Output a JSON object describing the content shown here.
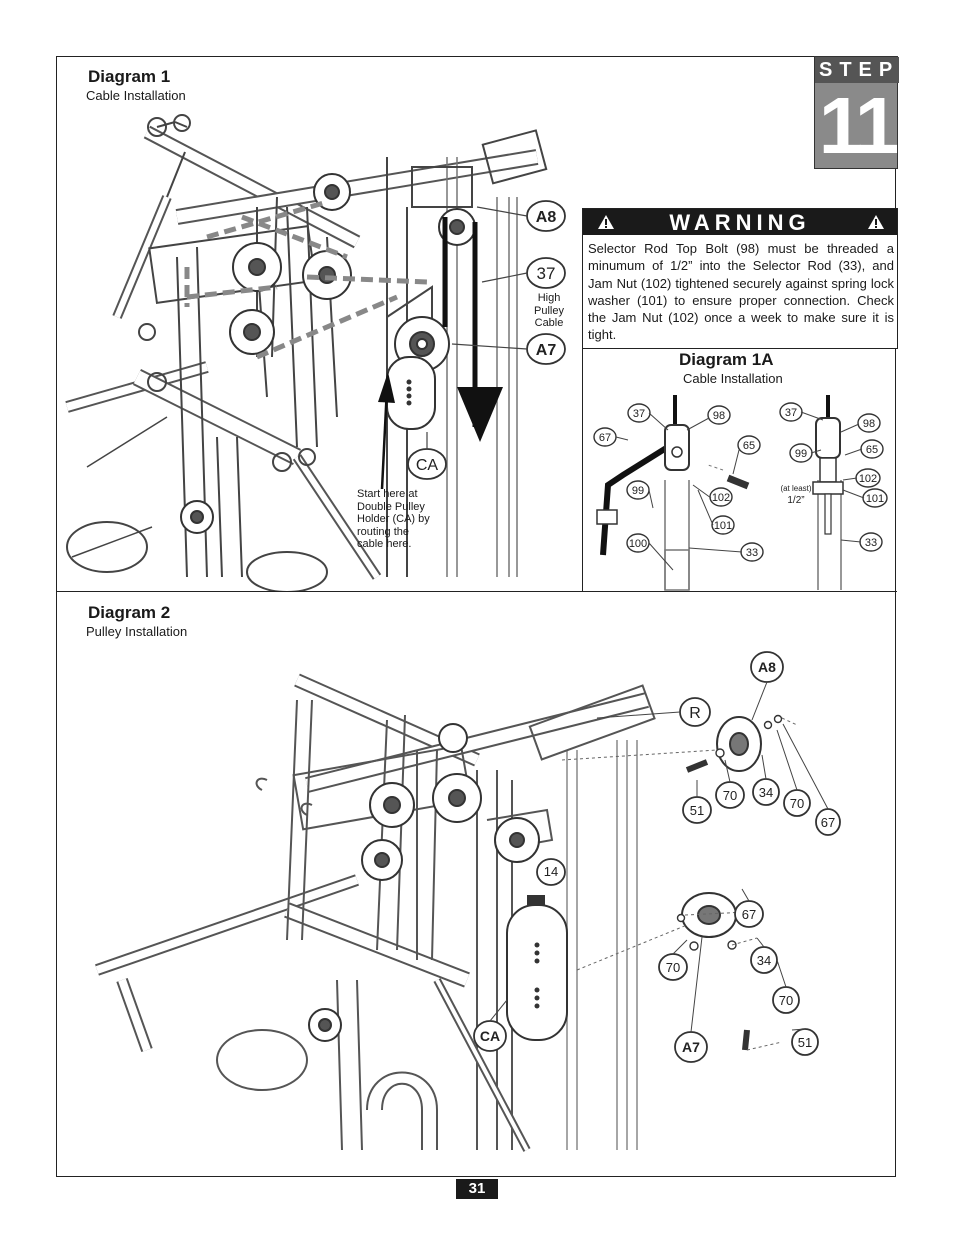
{
  "step": {
    "word": "STEP",
    "number": "11"
  },
  "diagram1": {
    "title": "Diagram 1",
    "subtitle": "Cable Installation",
    "labels": {
      "a8": "A8",
      "p37": "37",
      "a7": "A7",
      "ca": "CA"
    },
    "high_pulley_cable": [
      "High",
      "Pulley",
      "Cable"
    ],
    "start_note": [
      "Start here at",
      "Double Pulley",
      "Holder (CA) by",
      "routing the",
      "cable here."
    ]
  },
  "warning": {
    "title": "WARNING",
    "text": "Selector Rod Top Bolt (98) must be threaded a minumum of 1/2” into the Selector Rod (33), and Jam Nut (102) tightened securely against spring lock washer (101) to ensure proper connection. Check the Jam Nut (102) once a week to make sure it is tight."
  },
  "diagram1a": {
    "title": "Diagram 1A",
    "subtitle": "Cable Installation",
    "labels": {
      "p37a": "37",
      "p98a": "98",
      "p67": "67",
      "p65a": "65",
      "p99a": "99",
      "p102a": "102",
      "p101a": "101",
      "p100": "100",
      "p33a": "33",
      "p37b": "37",
      "p98b": "98",
      "p99b": "99",
      "p65b": "65",
      "p102b": "102",
      "p101b": "101",
      "p33b": "33",
      "atleast": "(at least)",
      "half": "1/2”"
    }
  },
  "diagram2": {
    "title": "Diagram 2",
    "subtitle": "Pulley Installation",
    "labels": {
      "a8": "A8",
      "r": "R",
      "p70a": "70",
      "p34a": "34",
      "p70b": "70",
      "p51a": "51",
      "p67a": "67",
      "p14": "14",
      "p67b": "67",
      "p70c": "70",
      "p34b": "34",
      "p70d": "70",
      "ca": "CA",
      "a7": "A7",
      "p51b": "51"
    }
  },
  "page_number": "31",
  "colors": {
    "ink": "#1a1a1a",
    "step_gray": "#8a8a8a",
    "step_dark": "#555555",
    "line_gray": "#888888"
  }
}
